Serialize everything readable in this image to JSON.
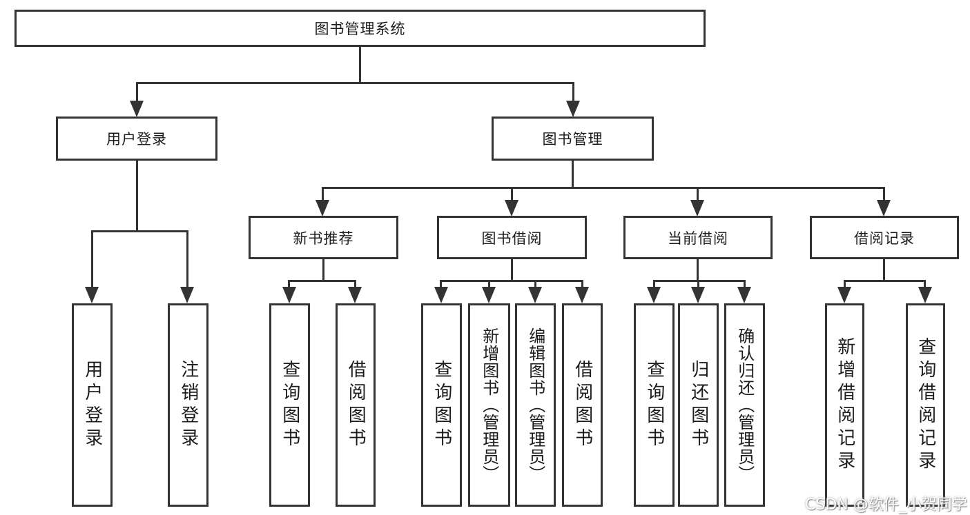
{
  "diagram": {
    "root": {
      "label": "图书管理系统"
    },
    "user_login": {
      "label": "用户登录",
      "children": [
        {
          "label": "用户登录"
        },
        {
          "label": "注销登录"
        }
      ]
    },
    "book_mgmt": {
      "label": "图书管理",
      "groups": [
        {
          "label": "新书推荐",
          "children": [
            {
              "label": "查询图书"
            },
            {
              "label": "借阅图书"
            }
          ]
        },
        {
          "label": "图书借阅",
          "children": [
            {
              "label": "查询图书"
            },
            {
              "label": "新增图书（管理员）"
            },
            {
              "label": "编辑图书（管理员）"
            },
            {
              "label": "借阅图书"
            }
          ]
        },
        {
          "label": "当前借阅",
          "children": [
            {
              "label": "查询图书"
            },
            {
              "label": "归还图书"
            },
            {
              "label": "确认归还（管理员）"
            }
          ]
        },
        {
          "label": "借阅记录",
          "children": [
            {
              "label": "新增借阅记录"
            },
            {
              "label": "查询借阅记录"
            }
          ]
        }
      ]
    },
    "colors": {
      "line": "#333333",
      "box_fill": "#ffffff",
      "text": "#1c1c1c",
      "watermark_text": "#ffffff"
    }
  },
  "watermark": {
    "text": "CSDN @软件_小贺同学"
  }
}
